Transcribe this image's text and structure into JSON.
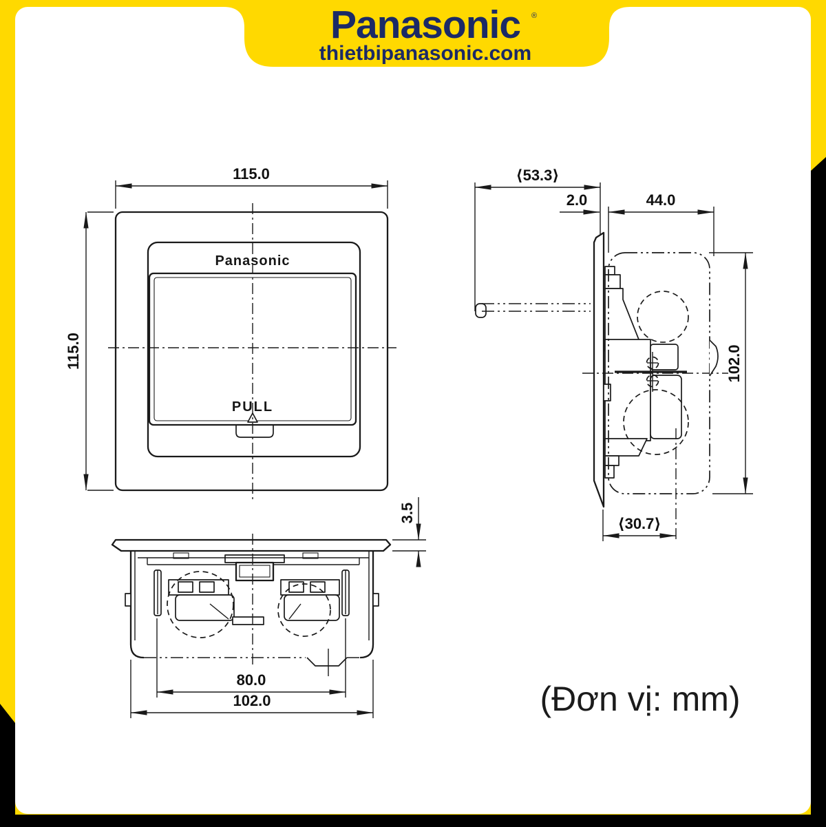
{
  "header": {
    "brand": "Panasonic",
    "registered_mark": "®",
    "website": "thietbipanasonic.com"
  },
  "footer": {
    "unit_note": "(Đơn vị: mm)"
  },
  "colors": {
    "brand_yellow": "#FFD900",
    "brand_navy": "#1B2A66",
    "frame_black": "#000000",
    "line": "#1a1a1a",
    "paper": "#ffffff"
  },
  "drawing": {
    "front_view": {
      "label_width": "115.0",
      "label_height": "115.0",
      "device_brand": "Panasonic",
      "pull_label": "PULL"
    },
    "side_view": {
      "label_open_depth": "⟨53.3⟩",
      "label_plate_offset": "2.0",
      "label_embed_depth": "44.0",
      "label_box_height": "102.0",
      "label_body_width": "⟨30.7⟩"
    },
    "bottom_view": {
      "label_plate_thickness": "3.5",
      "label_screw_pitch": "80.0",
      "label_body_width": "102.0"
    }
  }
}
